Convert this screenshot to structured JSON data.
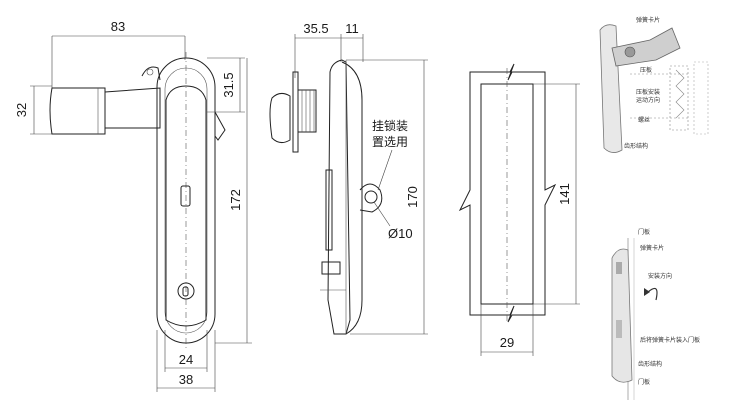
{
  "front_view": {
    "width_83": "83",
    "height_32": "32",
    "offset_31_5": "31.5",
    "height_172": "172",
    "width_24": "24",
    "width_38": "38"
  },
  "side_view": {
    "width_35_5": "35.5",
    "width_11": "11",
    "note_line1": "挂锁装",
    "note_line2": "置选用",
    "diameter_10": "Ø10",
    "height_170": "170"
  },
  "cutout_view": {
    "height_141": "141",
    "width_29": "29"
  },
  "photo_top": {
    "label_spring_clip": "弹簧卡片",
    "label_press_plate": "压板",
    "label_install_line1": "压板安装",
    "label_install_line2": "运动方向",
    "label_screw": "螺丝",
    "label_structure": "齿形结构"
  },
  "photo_bottom": {
    "label_door": "门板",
    "label_spring_clip": "弹簧卡片",
    "label_direction": "安装方向",
    "label_instruction": "后将弹簧卡片装入门板",
    "label_structure": "齿形结构",
    "label_door_bottom": "门板"
  }
}
